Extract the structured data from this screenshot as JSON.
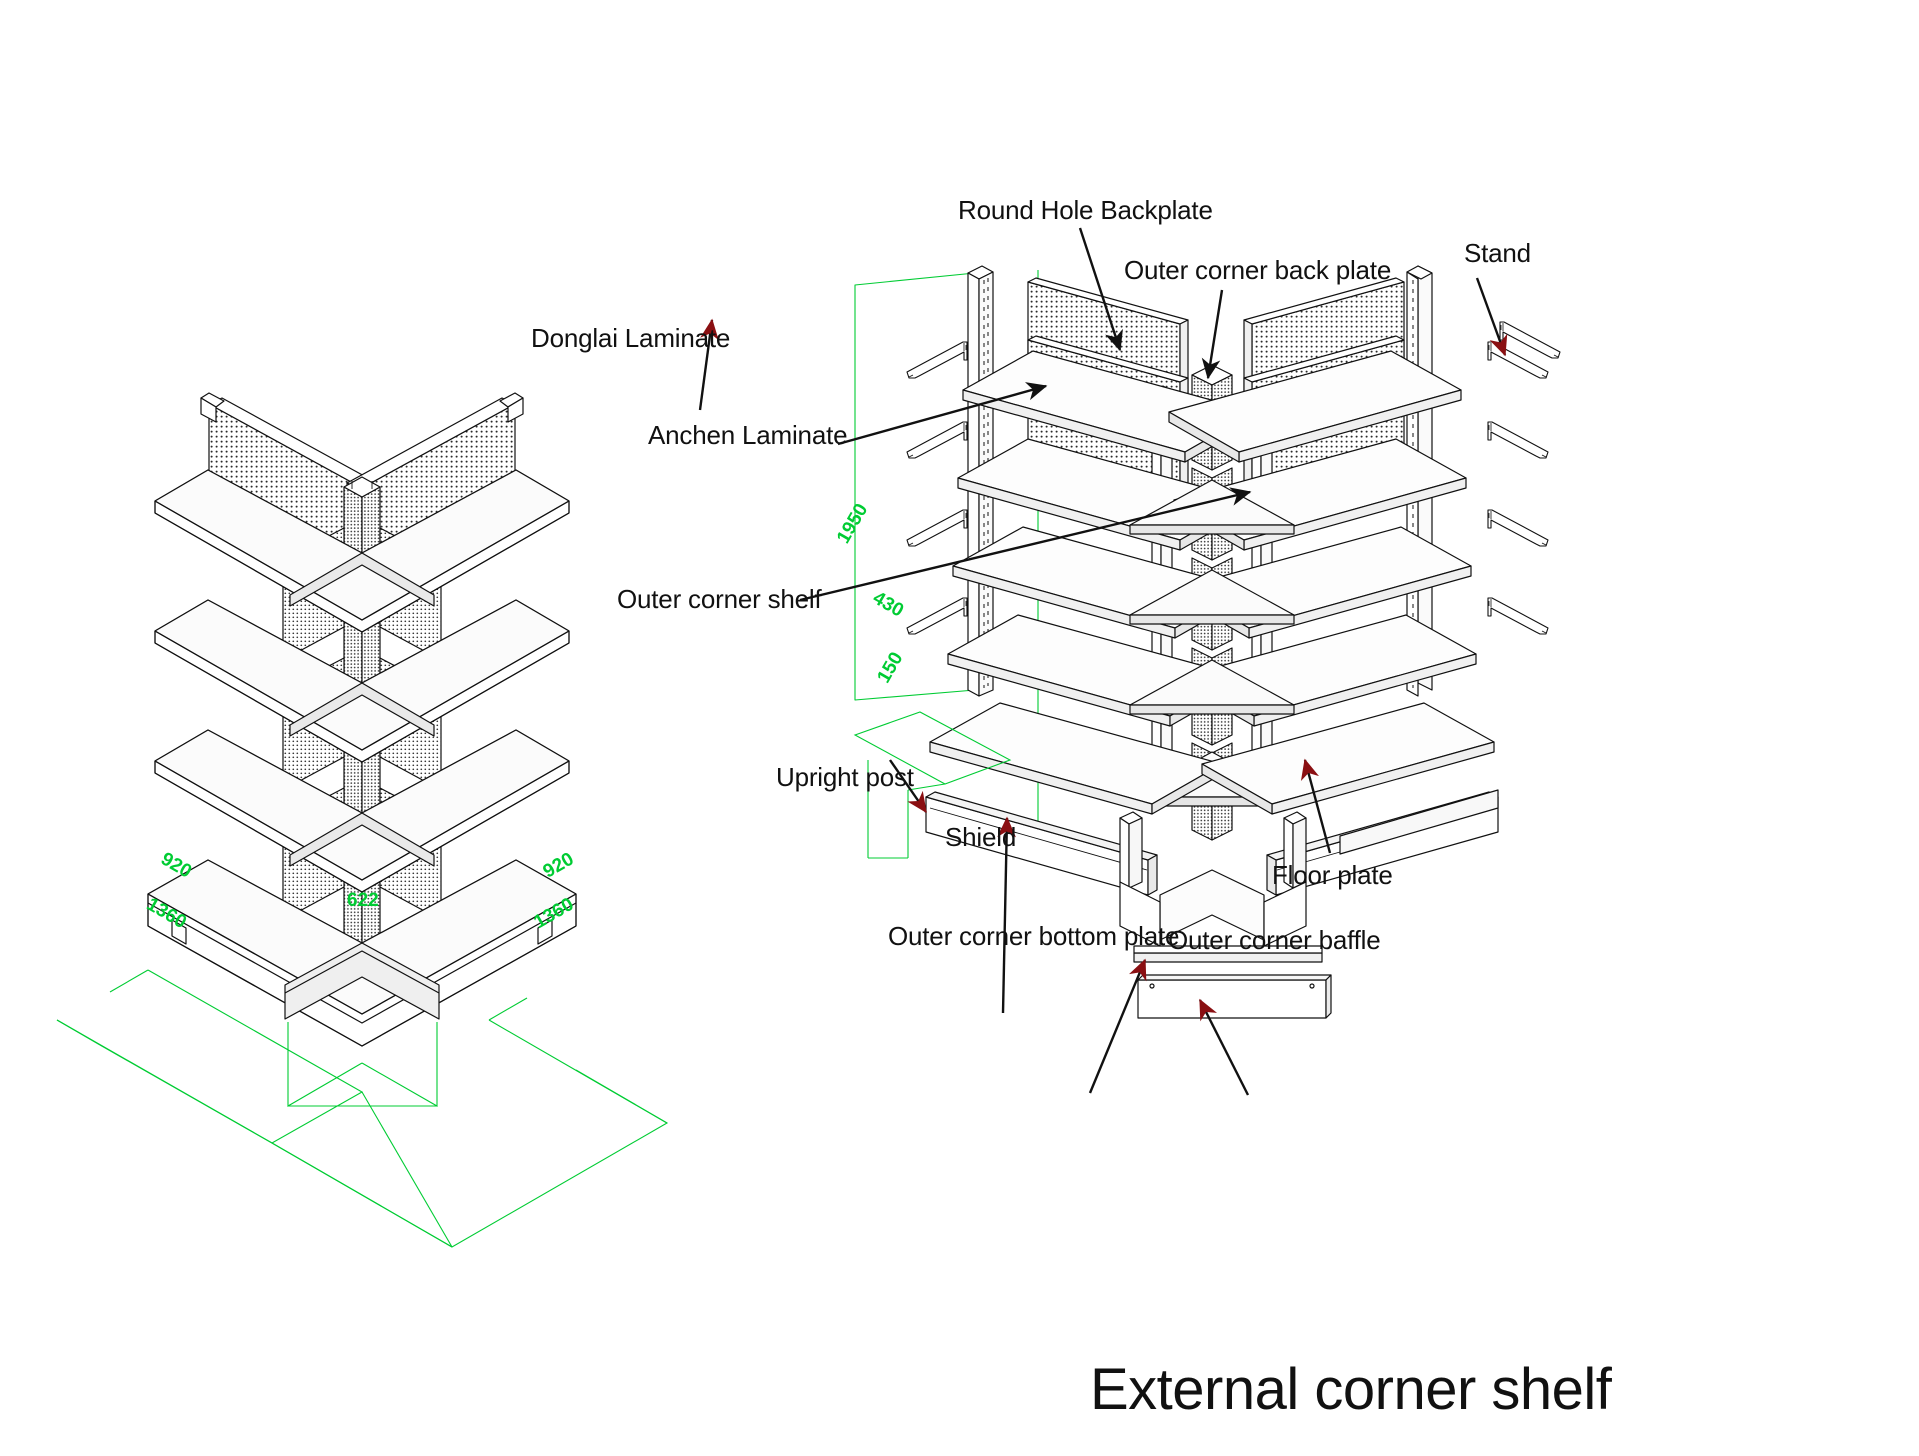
{
  "drawing": {
    "title": "External corner shelf",
    "background_color": "#ffffff",
    "line_color": "#111111",
    "dimension_color": "#00cc33"
  },
  "callouts": {
    "donglai_laminate": "Donglai Laminate",
    "round_hole_backplate": "Round Hole Backplate",
    "outer_corner_back_plate": "Outer corner back plate",
    "stand": "Stand",
    "anchen_laminate": "Anchen Laminate",
    "outer_corner_shelf": "Outer corner shelf",
    "upright_post": "Upright post",
    "shield": "Shield",
    "floor_plate": "Floor plate",
    "outer_corner_bottom_plate": "Outer corner bottom plate",
    "outer_corner_baffle": "Outer corner baffle"
  },
  "dimensions": {
    "left_view": {
      "depth_left": "920",
      "depth_right": "920",
      "width_left": "1360",
      "width_right": "1360",
      "corner_width": "622"
    },
    "right_view": {
      "height": "1950",
      "shelf_depth": "430",
      "base_height": "150"
    }
  }
}
